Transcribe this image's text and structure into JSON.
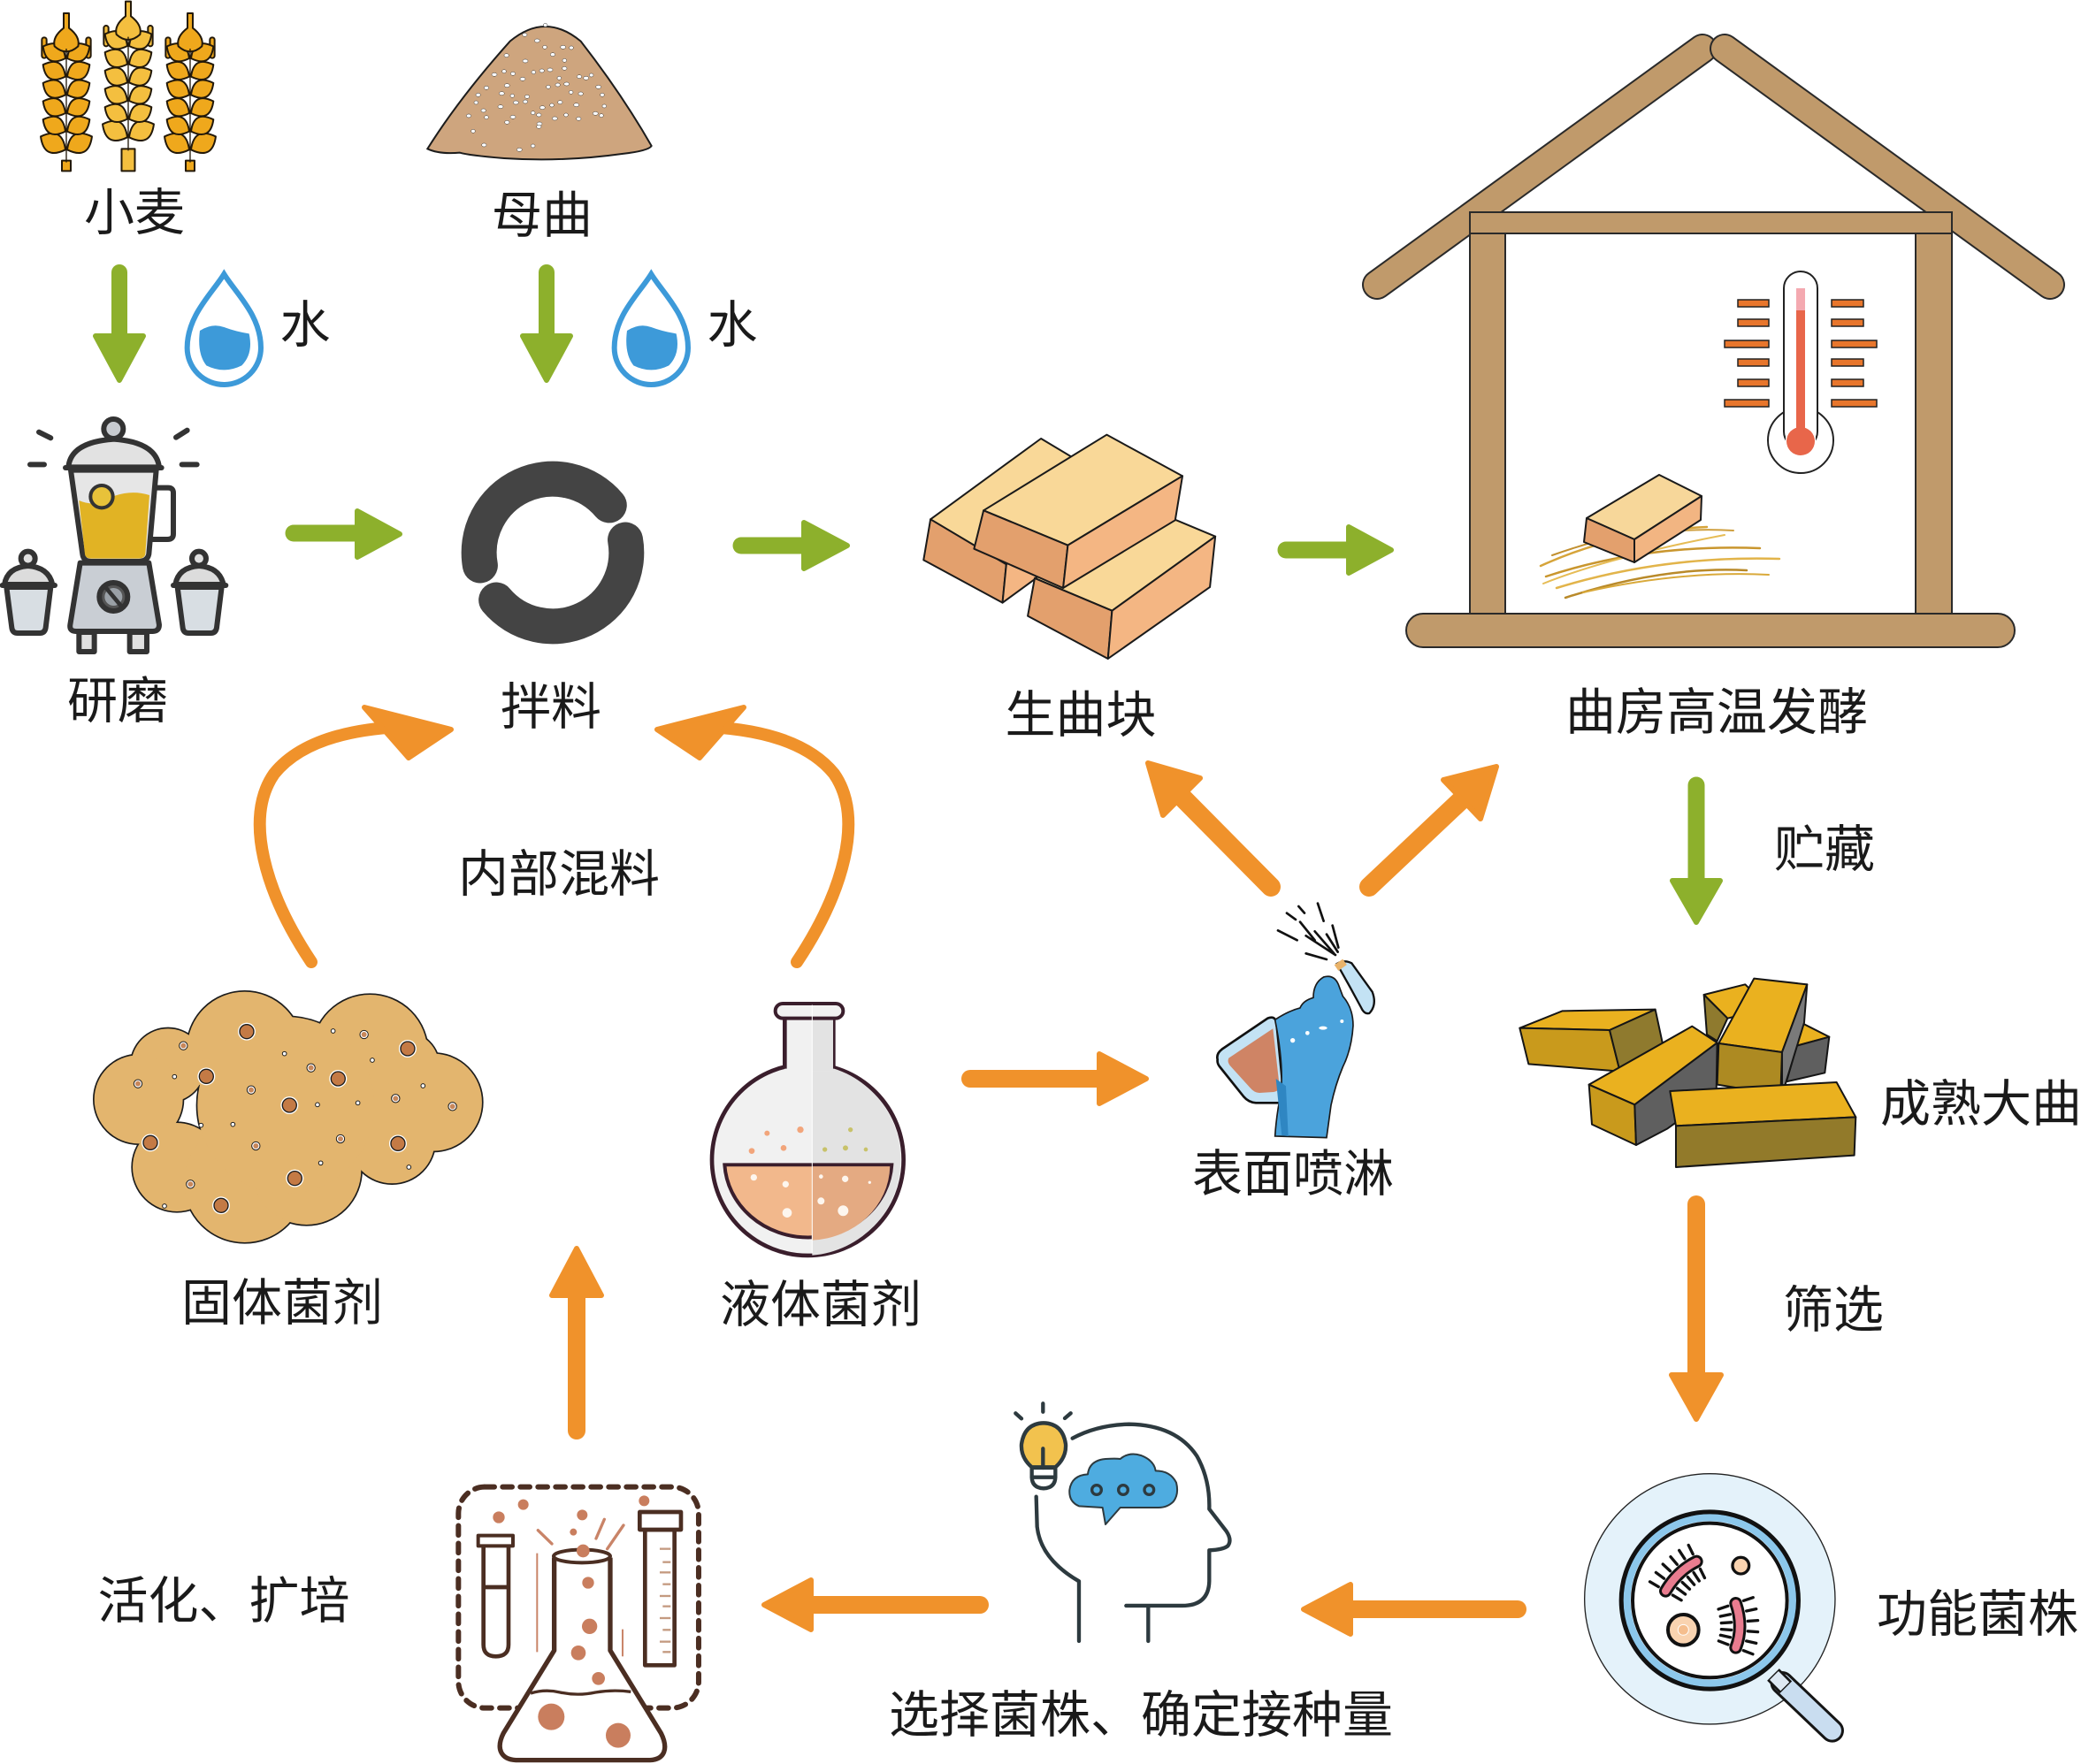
{
  "labels": {
    "wheat": "小麦",
    "mother_qu": "母曲",
    "water_1": "水",
    "water_2": "水",
    "grinding": "研磨",
    "mixing": "拌料",
    "raw_qu_block": "生曲块",
    "qu_room_fermentation": "曲房高温发酵",
    "storage": "贮藏",
    "mature_daqu": "成熟大曲",
    "screening": "筛选",
    "functional_strains": "功能菌株",
    "select_strains": "选择菌株、确定接种量",
    "activation_expansion": "活化、扩培",
    "solid_inoculant": "固体菌剂",
    "liquid_inoculant": "液体菌剂",
    "internal_mixing": "内部混料",
    "surface_spraying": "表面喷淋"
  },
  "nodes": [
    {
      "id": "wheat",
      "label": "小麦",
      "icon": "wheat-icon"
    },
    {
      "id": "mother_qu",
      "label": "母曲",
      "icon": "powder-pile-icon"
    },
    {
      "id": "water",
      "label": "水",
      "icon": "water-drop-icon"
    },
    {
      "id": "grinding",
      "label": "研磨",
      "icon": "blender-icon"
    },
    {
      "id": "mixing",
      "label": "拌料",
      "icon": "stir-cycle-icon"
    },
    {
      "id": "raw_qu_block",
      "label": "生曲块",
      "icon": "brick-stack-icon"
    },
    {
      "id": "qu_room_fermentation",
      "label": "曲房高温发酵",
      "icon": "house-thermometer-icon"
    },
    {
      "id": "mature_daqu",
      "label": "成熟大曲",
      "icon": "mature-brick-pile-icon"
    },
    {
      "id": "functional_strains",
      "label": "功能菌株",
      "icon": "magnifier-bacteria-icon"
    },
    {
      "id": "select_strains",
      "label": "选择菌株、确定接种量",
      "icon": "head-idea-icon"
    },
    {
      "id": "activation_expansion",
      "label": "活化、扩培",
      "icon": "lab-glassware-icon"
    },
    {
      "id": "solid_inoculant",
      "label": "固体菌剂",
      "icon": "granule-cloud-icon"
    },
    {
      "id": "liquid_inoculant",
      "label": "液体菌剂",
      "icon": "round-flask-icon"
    },
    {
      "id": "surface_spraying",
      "label": "表面喷淋",
      "icon": "spray-bottle-icon"
    }
  ],
  "edges": [
    {
      "from": "wheat",
      "to": "grinding",
      "style": "green",
      "with": "water"
    },
    {
      "from": "mother_qu",
      "to": "mixing",
      "style": "green",
      "with": "water"
    },
    {
      "from": "grinding",
      "to": "mixing",
      "style": "green"
    },
    {
      "from": "mixing",
      "to": "raw_qu_block",
      "style": "green"
    },
    {
      "from": "raw_qu_block",
      "to": "qu_room_fermentation",
      "style": "green"
    },
    {
      "from": "qu_room_fermentation",
      "to": "mature_daqu",
      "style": "green",
      "label": "贮藏"
    },
    {
      "from": "mature_daqu",
      "to": "functional_strains",
      "style": "orange",
      "label": "筛选"
    },
    {
      "from": "functional_strains",
      "to": "select_strains",
      "style": "orange"
    },
    {
      "from": "select_strains",
      "to": "activation_expansion",
      "style": "orange"
    },
    {
      "from": "activation_expansion",
      "to": "inoculants",
      "style": "orange"
    },
    {
      "from": "solid_inoculant",
      "to": "mixing",
      "style": "orange-curved",
      "label": "内部混料"
    },
    {
      "from": "liquid_inoculant",
      "to": "mixing",
      "style": "orange-curved",
      "label": "内部混料"
    },
    {
      "from": "liquid_inoculant",
      "to": "surface_spraying",
      "style": "orange"
    },
    {
      "from": "surface_spraying",
      "to": "raw_qu_block",
      "style": "orange"
    },
    {
      "from": "surface_spraying",
      "to": "qu_room_fermentation",
      "style": "orange"
    }
  ],
  "colors": {
    "green_arrow": "#8DB02C",
    "orange_arrow": "#F0922B",
    "water_blue": "#3D9AD9",
    "house_brown": "#C09A6B",
    "stir_gray": "#444444",
    "text": "#1A1A1A"
  }
}
